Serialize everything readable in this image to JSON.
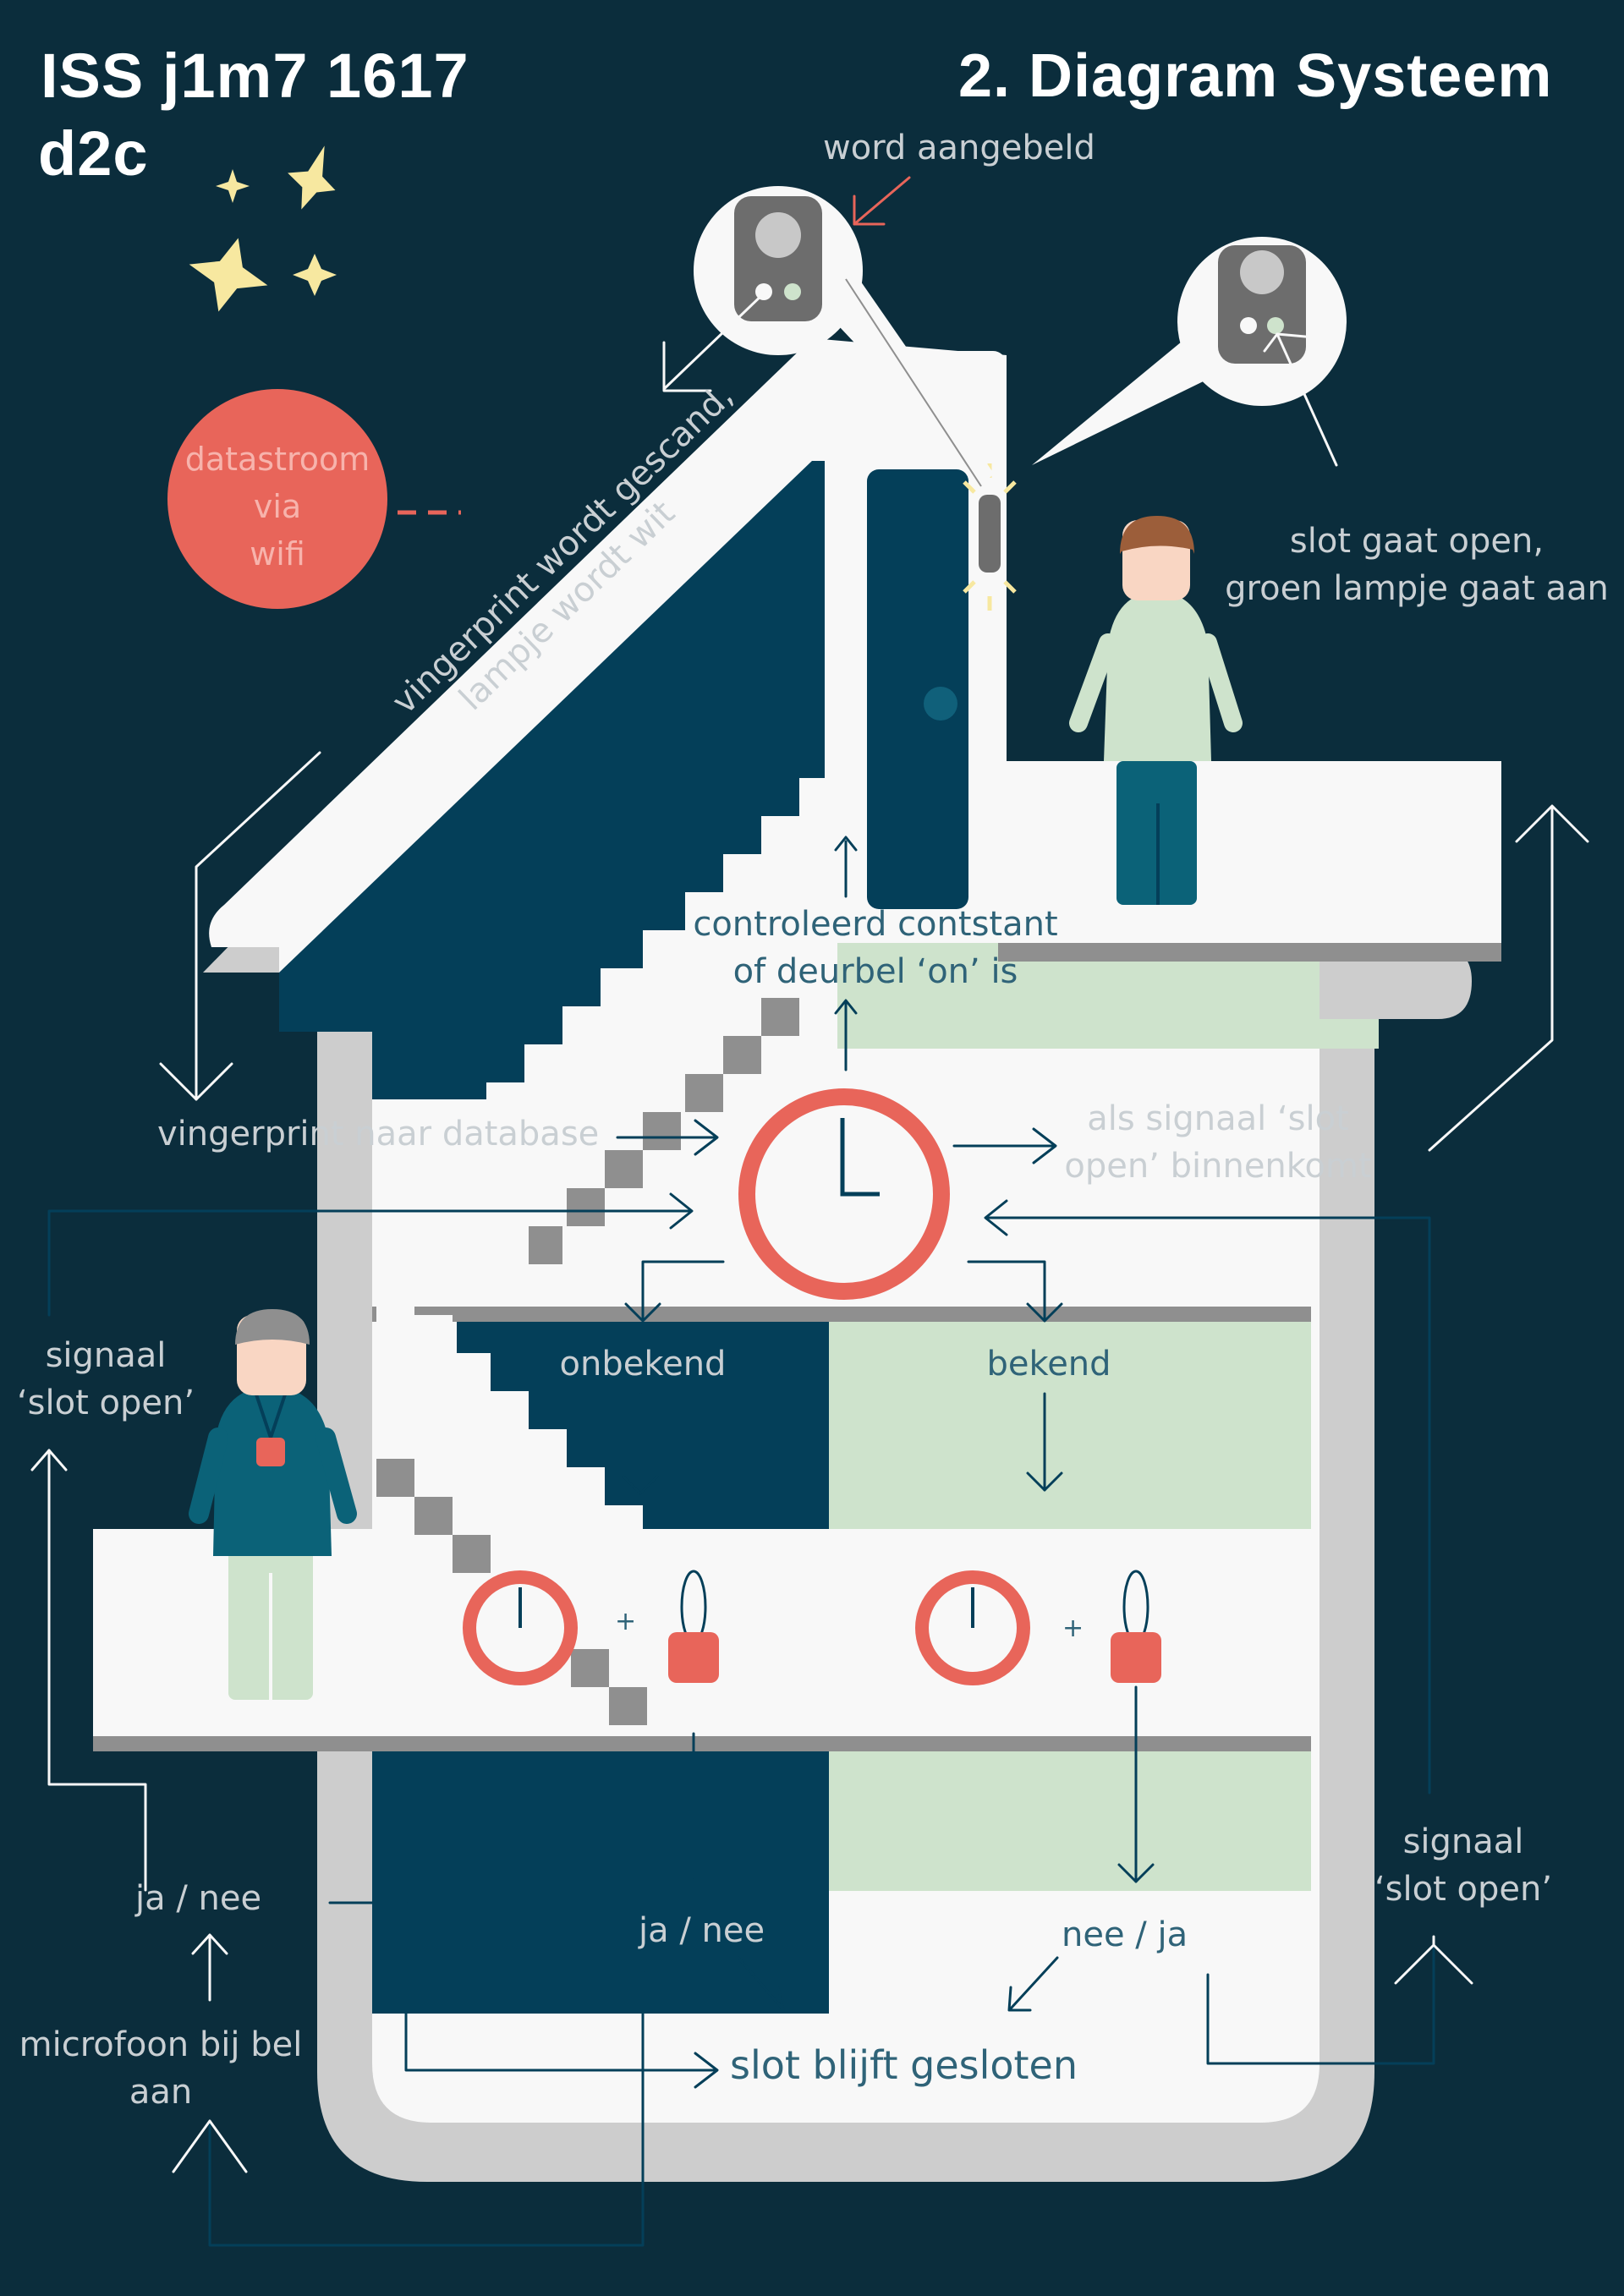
{
  "header": {
    "title_line1": "ISS j1m7 1617",
    "title_line2": "d2c",
    "diagram_title": "2. Diagram Systeem"
  },
  "legend": {
    "data_stream_line1": "datastroom",
    "data_stream_line2": "via",
    "data_stream_line3": "wifi"
  },
  "labels": {
    "doorbell_called": "word aangebeld",
    "fingerprint_scanned_line1": "vingerprint wordt gescand,",
    "fingerprint_scanned_line2": "lampje wordt wit",
    "lock_opens_line1": "slot gaat open,",
    "lock_opens_line2": "groen lampje gaat aan",
    "checks_constantly_line1": "controleerd contstant",
    "checks_constantly_line2": "of deurbel ‘on’ is",
    "fingerprint_to_database": "vingerprint naar database",
    "signal_received_line1": "als signaal ‘slot",
    "signal_received_line2": "open’ binnenkomt",
    "unknown": "onbekend",
    "known": "bekend",
    "signal_open_left_line1": "signaal",
    "signal_open_left_line2": "‘slot open’",
    "signal_open_right_line1": "signaal",
    "signal_open_right_line2": "‘slot open’",
    "yes_no_left": "ja  /  nee",
    "yes_no_center": "ja  /  nee",
    "no_yes_right": "nee  /  ja",
    "microphone_line1": "microfoon bij bel",
    "microphone_line2": "aan",
    "lock_stays_closed": "slot blijft gesloten",
    "plus_left": "+",
    "plus_right": "+"
  },
  "colors": {
    "background": "#0b2d3c",
    "house_navy": "#043f59",
    "house_white": "#f8f8f8",
    "house_grey": "#cdcdcd",
    "room_green": "#cee3cc",
    "accent_red": "#e8655a",
    "star_yellow": "#f7e8a0",
    "doorbell_grey": "#6d6d6d",
    "text_light": "#c9cfd3",
    "text_dark": "#2f6378"
  }
}
